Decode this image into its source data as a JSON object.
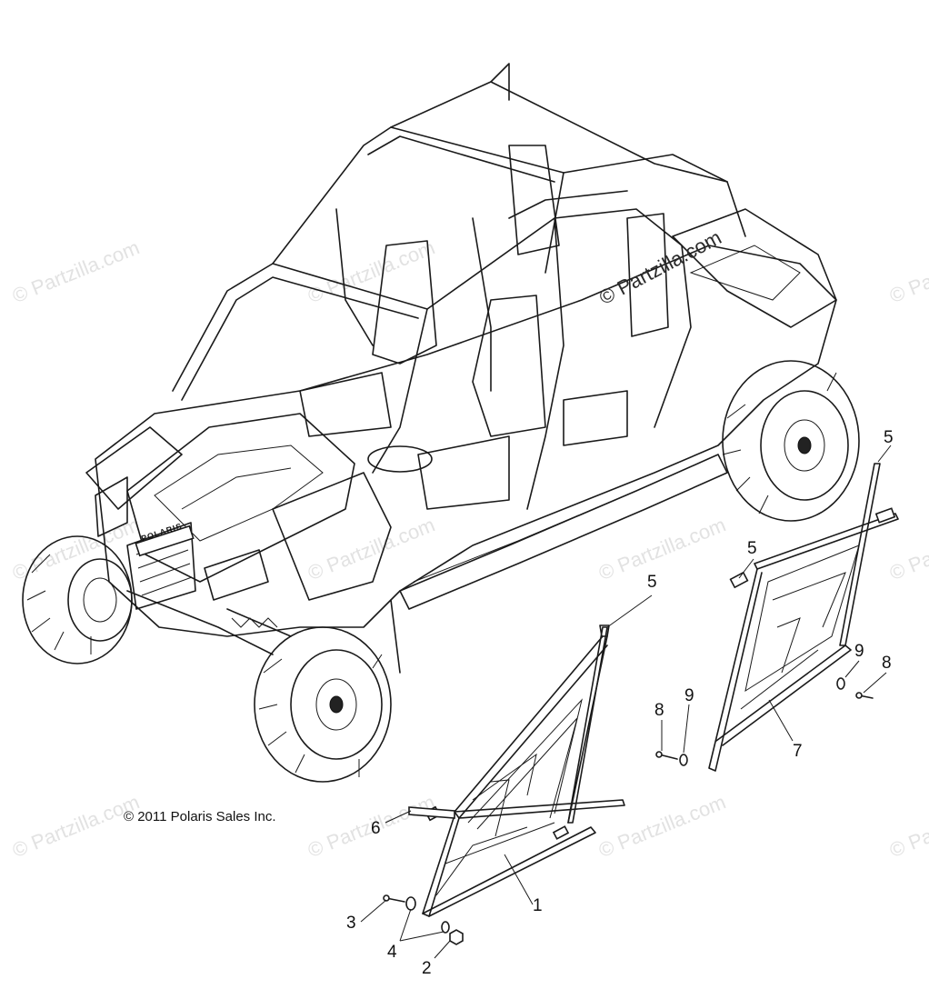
{
  "copyright": "© 2011 Polaris Sales Inc.",
  "watermark_main": "© Partzilla.com",
  "watermark_tile": "© Partzilla.com",
  "callouts": {
    "c1": "1",
    "c2": "2",
    "c3": "3",
    "c4": "4",
    "c5a": "5",
    "c5b": "5",
    "c5c": "5",
    "c6": "6",
    "c7": "7",
    "c8a": "8",
    "c8b": "8",
    "c9a": "9",
    "c9b": "9"
  },
  "hood_badge": "POLARIS"
}
